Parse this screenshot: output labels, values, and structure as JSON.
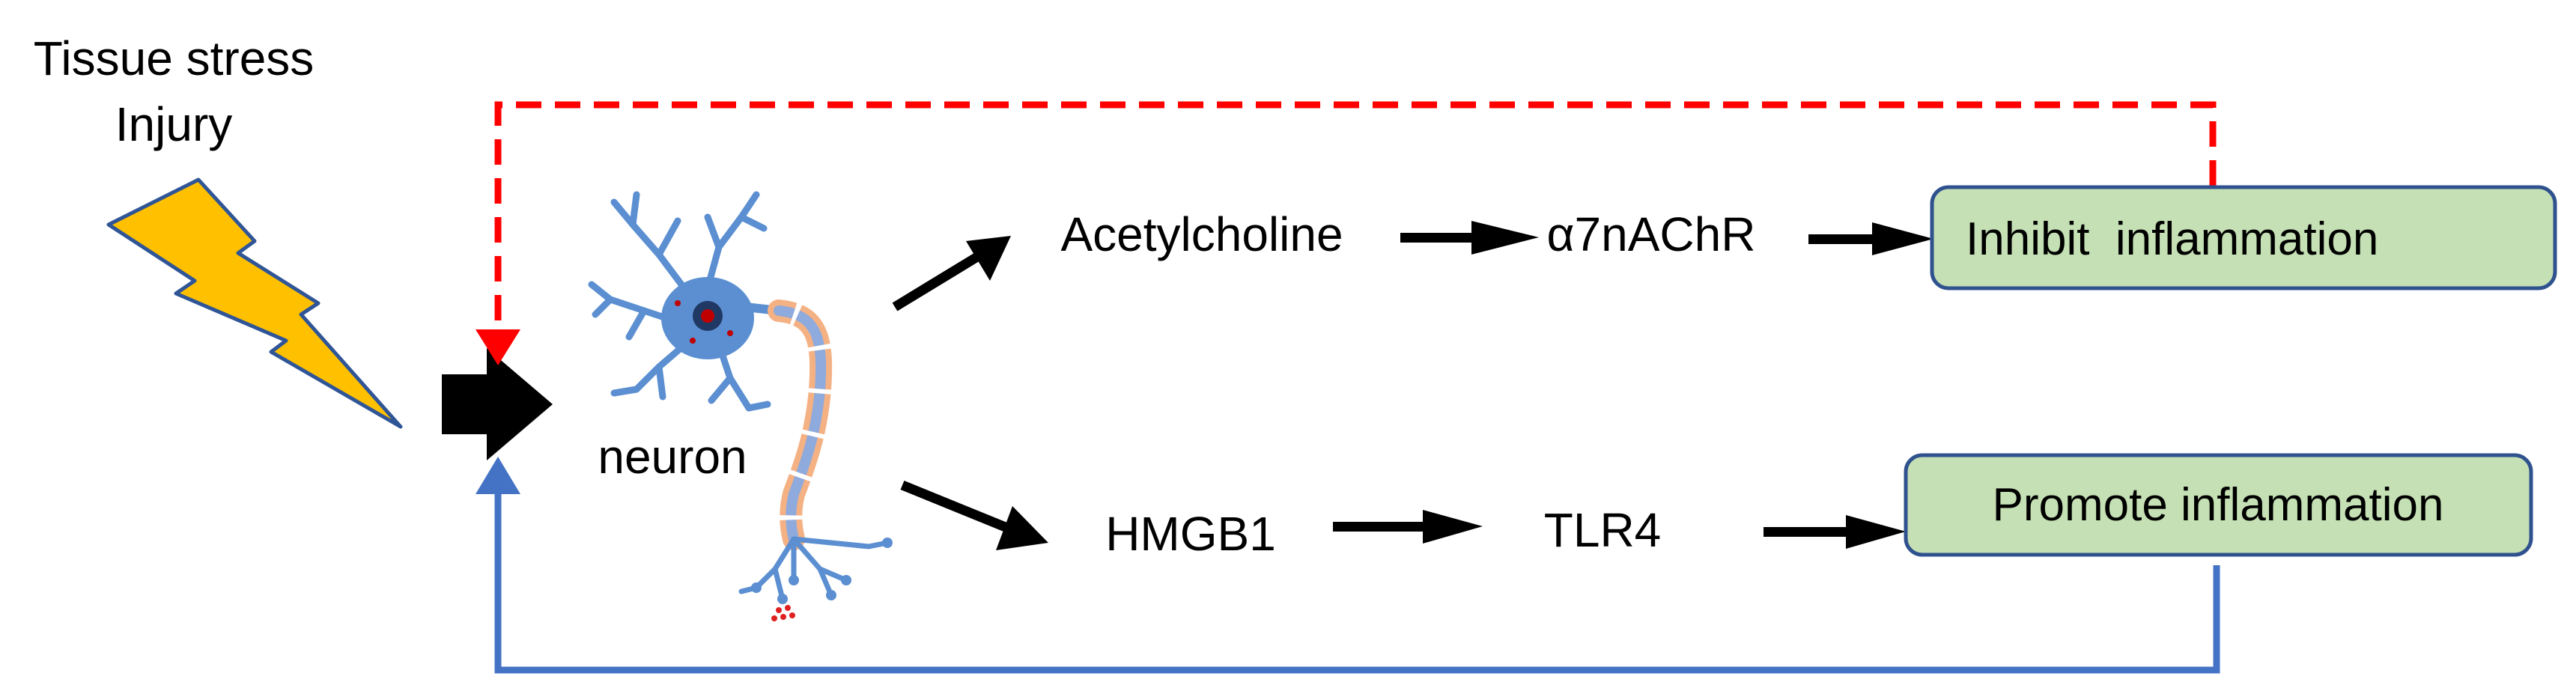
{
  "stimulus": {
    "line1": "Tissue stress",
    "line2": "Injury"
  },
  "neuron_label": "neuron",
  "upper_pathway": {
    "mediator": "Acetylcholine",
    "receptor": "α7nAChR",
    "outcome": "Inhibit  inflammation"
  },
  "lower_pathway": {
    "mediator": "HMGB1",
    "receptor": "TLR4",
    "outcome": "Promote inflammation"
  },
  "colors": {
    "feedback_inhibit": "#ff0000",
    "feedback_promote": "#4472c4",
    "outcome_box_fill": "#c5e0b4",
    "outcome_box_stroke": "#2f528f",
    "lightning_fill": "#ffc000",
    "lightning_stroke": "#2f5597",
    "neuron_body": "#5b8fd1",
    "axon_sheath": "#f4b183"
  }
}
